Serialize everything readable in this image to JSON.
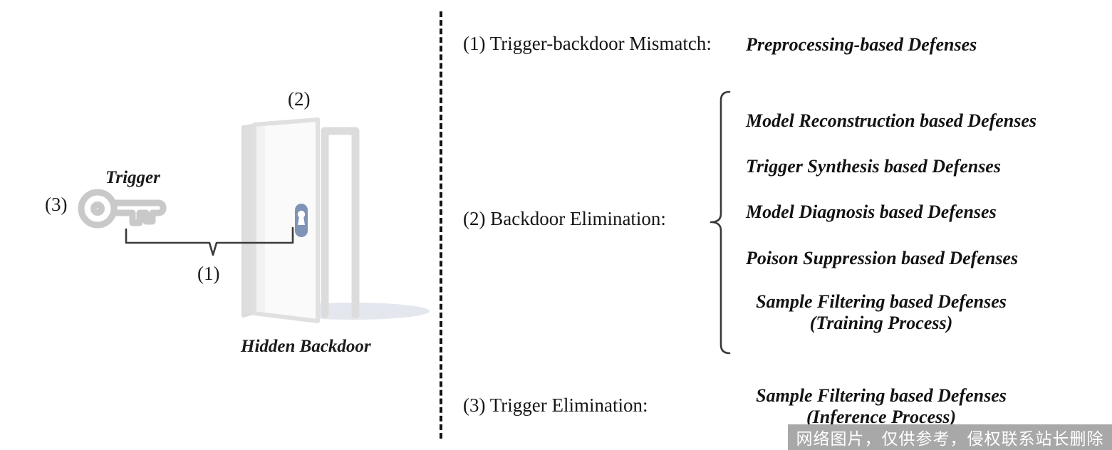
{
  "figure": {
    "illustration": {
      "marker_3": "(3)",
      "marker_2": "(2)",
      "marker_1": "(1)",
      "trigger_label": "Trigger",
      "backdoor_caption": "Hidden Backdoor",
      "key_color": "#c9c9c9",
      "door_panel_color": "#fafafa",
      "door_edge_color": "#dcdcdc",
      "lock_color": "#7e93b5",
      "shadow_color": "#e4e7ee",
      "connector_color": "#3a3a3a"
    },
    "divider": {
      "style": "dashed",
      "color": "#141414"
    },
    "taxonomy": {
      "rows": [
        {
          "label": "(1) Trigger-backdoor Mismatch:",
          "defenses": [
            "Preprocessing-based Defenses"
          ]
        },
        {
          "label": "(2) Backdoor Elimination:",
          "defenses": [
            "Model Reconstruction based Defenses",
            "Trigger Synthesis based Defenses",
            "Model Diagnosis based Defenses",
            "Poison Suppression based Defenses",
            "Sample Filtering based Defenses",
            "(Training Process)"
          ],
          "has_brace": true
        },
        {
          "label": "(3) Trigger Elimination:",
          "defenses": [
            "Sample Filtering based Defenses",
            "(Inference Process)"
          ]
        }
      ]
    }
  },
  "watermark": {
    "text": "网络图片，仅供参考，侵权联系站长删除",
    "background": "#a8a8a8",
    "color": "#ffffff"
  }
}
